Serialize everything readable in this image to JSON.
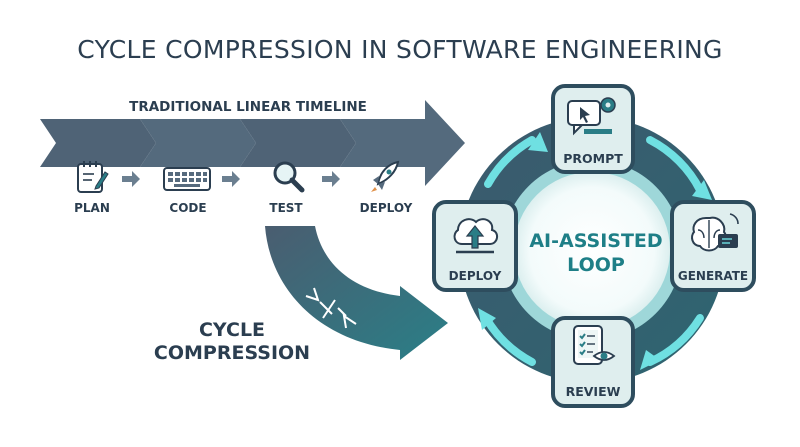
{
  "title": "CYCLE COMPRESSION IN SOFTWARE ENGINEERING",
  "linear": {
    "label": "TRADITIONAL LINEAR TIMELINE",
    "steps": [
      {
        "label": "PLAN",
        "icon": "notepad-icon"
      },
      {
        "label": "CODE",
        "icon": "keyboard-icon"
      },
      {
        "label": "TEST",
        "icon": "magnifier-icon"
      },
      {
        "label": "DEPLOY",
        "icon": "rocket-icon"
      }
    ]
  },
  "compression": {
    "line1": "CYCLE",
    "line2": "COMPRESSION"
  },
  "loop": {
    "center_line1": "AI-ASSISTED",
    "center_line2": "LOOP",
    "nodes": [
      {
        "label": "PROMPT",
        "icon": "chat-gear-icon"
      },
      {
        "label": "GENERATE",
        "icon": "brain-code-icon"
      },
      {
        "label": "REVIEW",
        "icon": "tablet-eye-icon"
      },
      {
        "label": "DEPLOY",
        "icon": "cloud-upload-icon"
      }
    ]
  },
  "colors": {
    "navy": "#2b3e50",
    "slate": "#566a7d",
    "teal": "#2a7d86",
    "teal_light": "#6fe0e2",
    "ring_fill": "#3f6f7a",
    "center_text": "#1e7f87"
  }
}
